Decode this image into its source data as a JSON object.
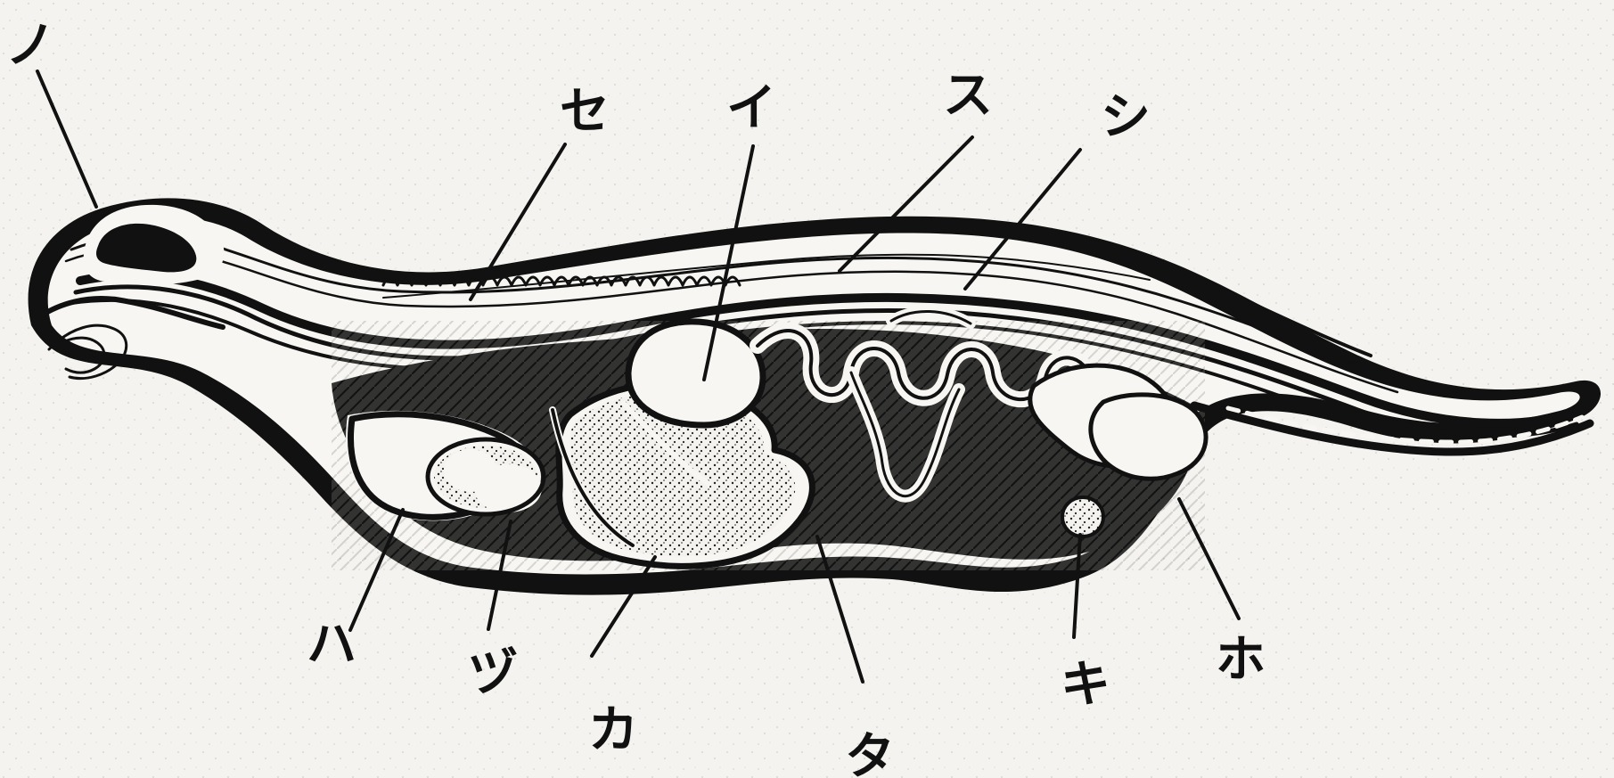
{
  "labels": {
    "no": "ノ",
    "se": "セ",
    "i": "イ",
    "su": "ス",
    "shi": "シ",
    "ha": "ハ",
    "zu": "ヅ",
    "ka": "カ",
    "ta": "タ",
    "ki": "キ",
    "ho": "ホ"
  },
  "colors": {
    "background": "#f4f3ef",
    "ink": "#111111"
  }
}
